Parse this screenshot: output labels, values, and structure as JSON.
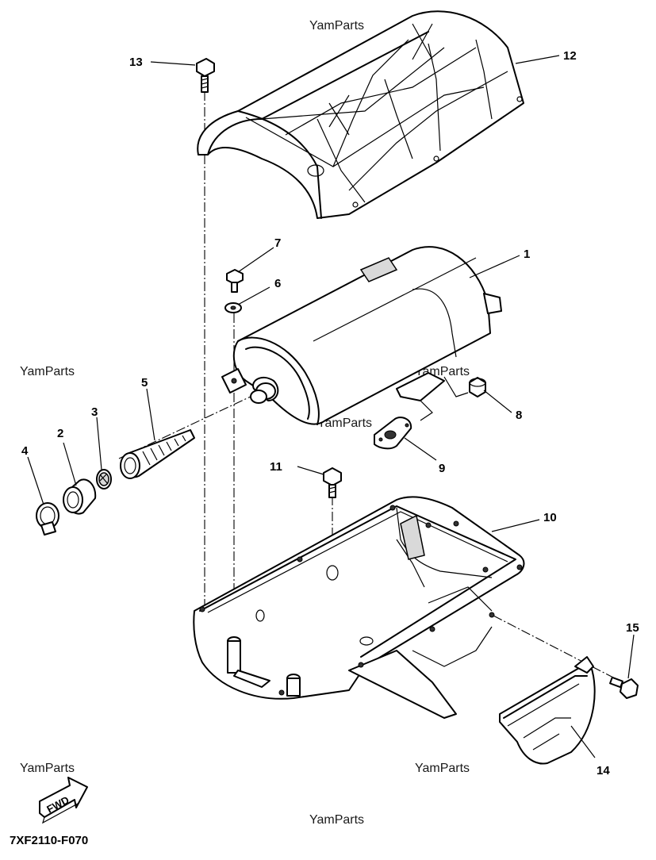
{
  "diagram": {
    "code": "7XF2110-F070",
    "fwd_label": "FWD",
    "watermark": "YamParts",
    "callouts": [
      "1",
      "2",
      "3",
      "4",
      "5",
      "6",
      "7",
      "8",
      "9",
      "10",
      "11",
      "12",
      "13",
      "14",
      "15"
    ]
  }
}
